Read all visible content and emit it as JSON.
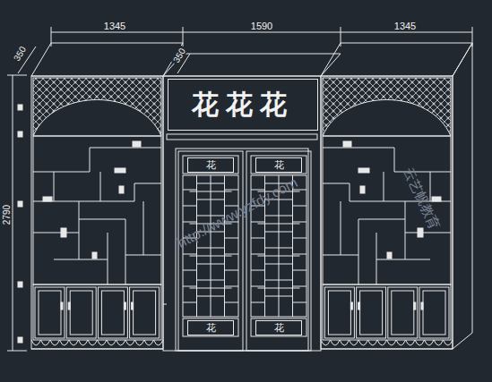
{
  "diagram": {
    "nodes": [
      {
        "text": [
          "花花花"
        ]
      },
      {
        "text": [
          "花"
        ]
      },
      {
        "text": [
          "花"
        ]
      },
      {
        "text": [
          "花"
        ]
      },
      {
        "text": [
          "花"
        ]
      }
    ],
    "labels": [
      "1345",
      "1590",
      "1345",
      "350",
      "350",
      "2790",
      "http://www.yzfdy.com",
      "云艺帆教育"
    ]
  }
}
